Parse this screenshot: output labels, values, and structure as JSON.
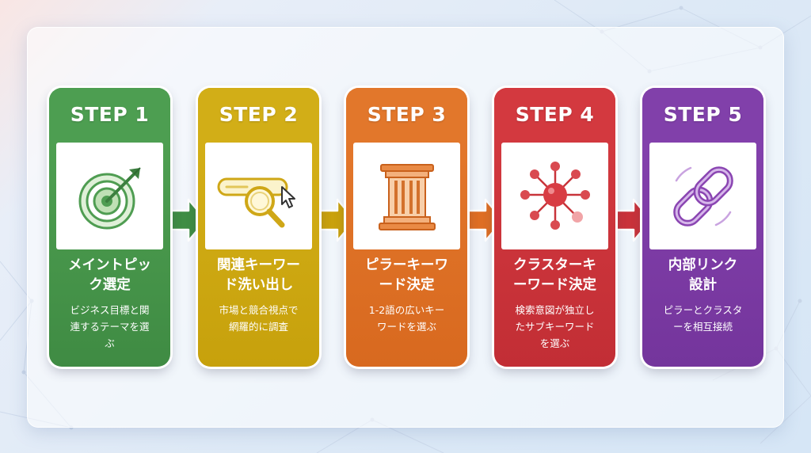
{
  "colors": {
    "step1": "#4d9e51",
    "step2": "#d2ae17",
    "step3": "#e2772b",
    "step4": "#d3393f",
    "step5": "#8140aa"
  },
  "steps": [
    {
      "label": "STEP 1",
      "title_line1": "メイントピッ",
      "title_line2": "ク選定",
      "desc_line1": "ビジネス目標と関",
      "desc_line2": "連するテーマを選",
      "desc_line3": "ぶ",
      "icon": "target-icon"
    },
    {
      "label": "STEP 2",
      "title_line1": "関連キーワー",
      "title_line2": "ド洗い出し",
      "desc_line1": "市場と競合視点で",
      "desc_line2": "網羅的に調査",
      "desc_line3": "",
      "icon": "search-magnifier-icon"
    },
    {
      "label": "STEP 3",
      "title_line1": "ピラーキーワ",
      "title_line2": "ード決定",
      "desc_line1": "1-2語の広いキー",
      "desc_line2": "ワードを選ぶ",
      "desc_line3": "",
      "icon": "pillar-icon"
    },
    {
      "label": "STEP 4",
      "title_line1": "クラスターキ",
      "title_line2": "ーワード決定",
      "desc_line1": "検索意図が独立し",
      "desc_line2": "たサブキーワード",
      "desc_line3": "を選ぶ",
      "icon": "cluster-network-icon"
    },
    {
      "label": "STEP 5",
      "title_line1": "内部リンク",
      "title_line2": "設計",
      "desc_line1": "ピラーとクラスタ",
      "desc_line2": "ーを相互接続",
      "desc_line3": "",
      "icon": "chain-link-icon"
    }
  ]
}
